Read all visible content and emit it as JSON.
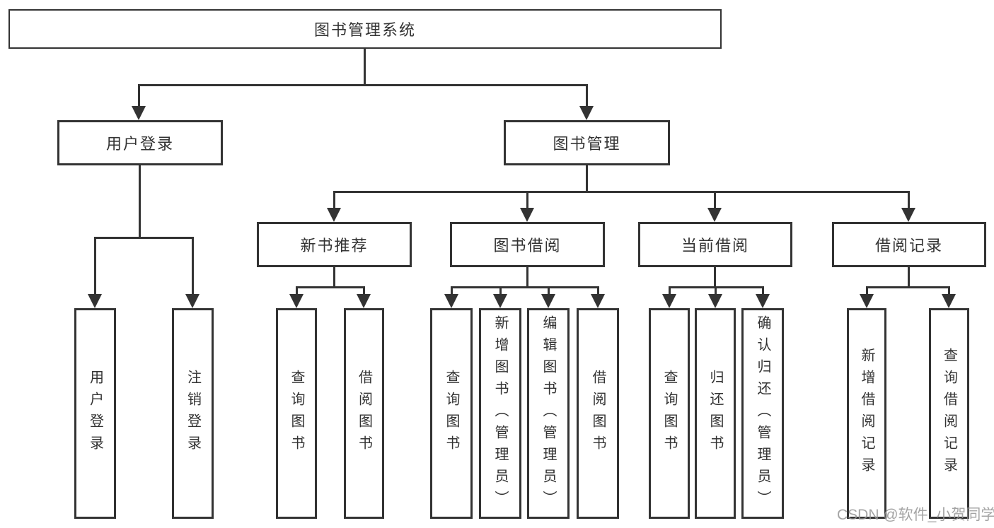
{
  "diagram": {
    "title": "图书管理系统",
    "colors": {
      "line": "#333333",
      "text": "#333333",
      "background": "#ffffff",
      "watermark": "#949494"
    },
    "watermark": {
      "text": "CSDN @软件_小贺同学"
    },
    "tree": {
      "label": "图书管理系统",
      "children": [
        {
          "label": "用户登录",
          "children": [
            {
              "label": "用户登录"
            },
            {
              "label": "注销登录"
            }
          ]
        },
        {
          "label": "图书管理",
          "children": [
            {
              "label": "新书推荐",
              "children": [
                {
                  "label": "查询图书"
                },
                {
                  "label": "借阅图书"
                }
              ]
            },
            {
              "label": "图书借阅",
              "children": [
                {
                  "label": "查询图书"
                },
                {
                  "label": "新增图书（管理员）"
                },
                {
                  "label": "编辑图书（管理员）"
                },
                {
                  "label": "借阅图书"
                }
              ]
            },
            {
              "label": "当前借阅",
              "children": [
                {
                  "label": "查询图书"
                },
                {
                  "label": "归还图书"
                },
                {
                  "label": "确认归还（管理员）"
                }
              ]
            },
            {
              "label": "借阅记录",
              "children": [
                {
                  "label": "新增借阅记录"
                },
                {
                  "label": "查询借阅记录"
                }
              ]
            }
          ]
        }
      ]
    }
  }
}
